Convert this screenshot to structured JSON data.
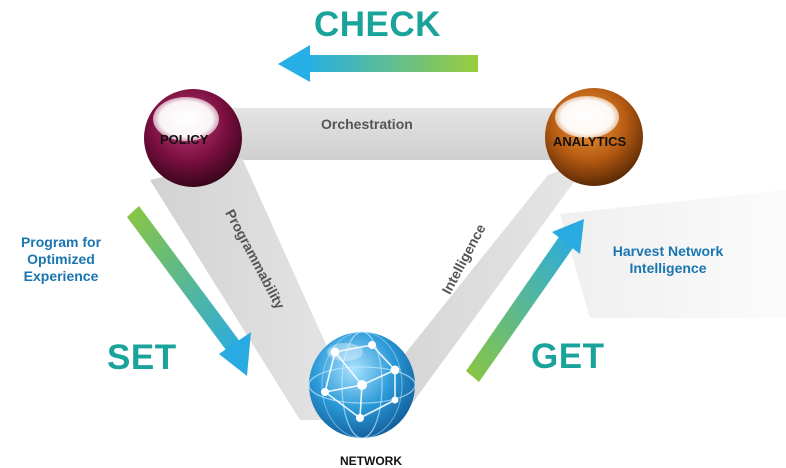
{
  "labels": {
    "check": "CHECK",
    "set": "SET",
    "get": "GET"
  },
  "nodes": {
    "policy": "POLICY",
    "analytics": "ANALYTICS",
    "network": "NETWORK"
  },
  "edges": {
    "orchestration": "Orchestration",
    "programmability": "Programmability",
    "intelligence": "Intelligence"
  },
  "side_text": {
    "left": "Program for Optimized Experience",
    "right": "Harvest Network Intelligence"
  },
  "colors": {
    "accent_teal": "#1aa39a",
    "side_text_blue": "#1a76b0",
    "arrow_green": "#8cc63f",
    "arrow_cyan": "#29abe2",
    "policy_sphere": "#7a0f3f",
    "analytics_sphere": "#b55a12",
    "network_globe": "#1e8fd0",
    "band_gray": "#d6d6d6"
  },
  "icons": {
    "policy": "maroon-sphere-icon",
    "analytics": "orange-sphere-icon",
    "network": "globe-network-icon"
  }
}
